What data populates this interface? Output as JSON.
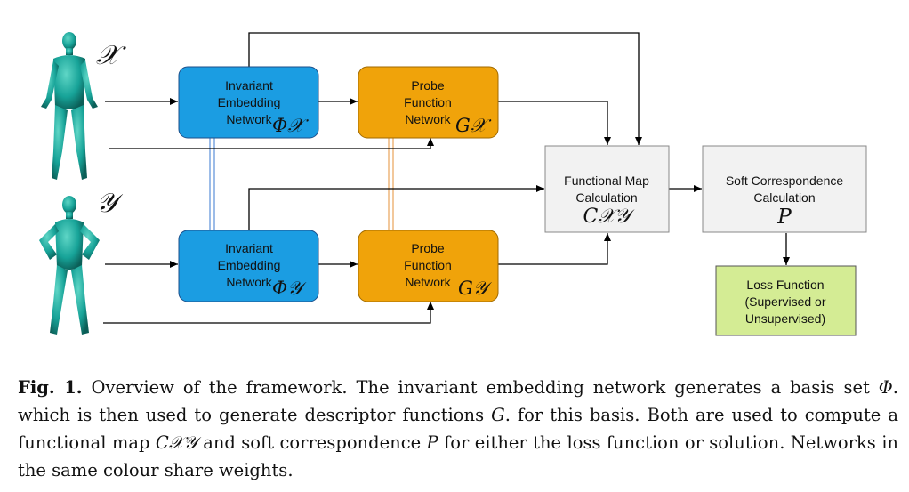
{
  "shapes": {
    "x_label": "𝒳",
    "y_label": "𝒴"
  },
  "boxes": {
    "embed_x": {
      "lines": [
        "Invariant",
        "Embedding",
        "Network"
      ],
      "symbol": "Φ𝒳"
    },
    "probe_x": {
      "lines": [
        "Probe",
        "Function",
        "Network"
      ],
      "symbol": "G𝒳"
    },
    "embed_y": {
      "lines": [
        "Invariant",
        "Embedding",
        "Network"
      ],
      "symbol": "Φ𝒴"
    },
    "probe_y": {
      "lines": [
        "Probe",
        "Function",
        "Network"
      ],
      "symbol": "G𝒴"
    },
    "fmap": {
      "lines": [
        "Functional Map",
        "Calculation"
      ],
      "symbol": "C𝒳𝒴"
    },
    "soft": {
      "lines": [
        "Soft Correspondence",
        "Calculation"
      ],
      "symbol": "P"
    },
    "loss": {
      "lines": [
        "Loss Function",
        "(Supervised or",
        "Unsupervised)"
      ]
    }
  },
  "colors": {
    "embed": "#1b9de2",
    "probe": "#f0a30a",
    "calc": "#f2f2f2",
    "loss": "#d4ec94",
    "figure": "#17a398"
  },
  "caption": {
    "label": "Fig. 1.",
    "t1": " Overview of the framework. The invariant embedding network generates a basis set ",
    "phi": "Φ",
    "t2": ". which is then used to generate descriptor functions ",
    "g": "G",
    "t3": ". for this basis. Both are used to compute a functional map ",
    "c": "C𝒳𝒴",
    "t4": " and soft correspondence ",
    "p": "P",
    "t5": " for either the loss function or solution. Networks in the same colour share weights."
  }
}
